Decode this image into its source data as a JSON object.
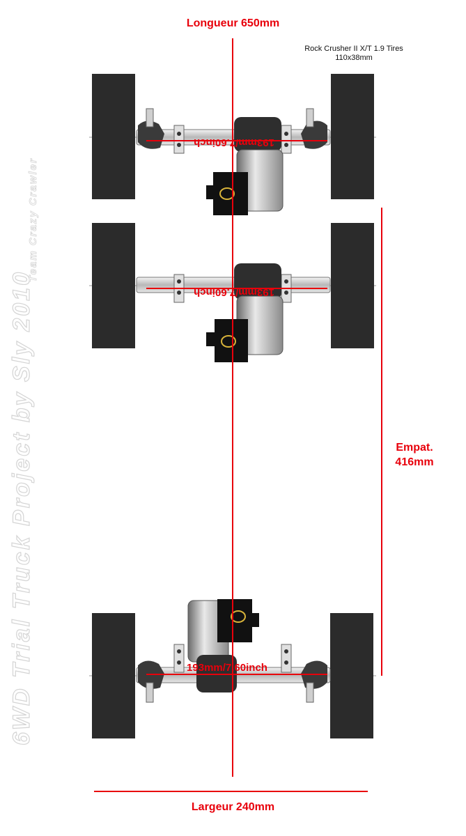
{
  "labels": {
    "length": "Longueur 650mm",
    "width": "Largeur 240mm",
    "wheelbase_title": "Empat.",
    "wheelbase_value": "416mm",
    "tires_line1": "Rock Crusher II X/T 1.9 Tires",
    "tires_line2": "110x38mm",
    "axle_width": "193mm/7.60inch"
  },
  "watermark": {
    "line1": "6WD Trial Truck Project  by Sly 2010",
    "line2": "Team Crazy Crawler"
  },
  "colors": {
    "measure_red": "#e8000b",
    "tire": "#2b2b2b",
    "axle": "#c9c9c9",
    "motor": "#111111",
    "motor_accent": "#d9b43a"
  }
}
